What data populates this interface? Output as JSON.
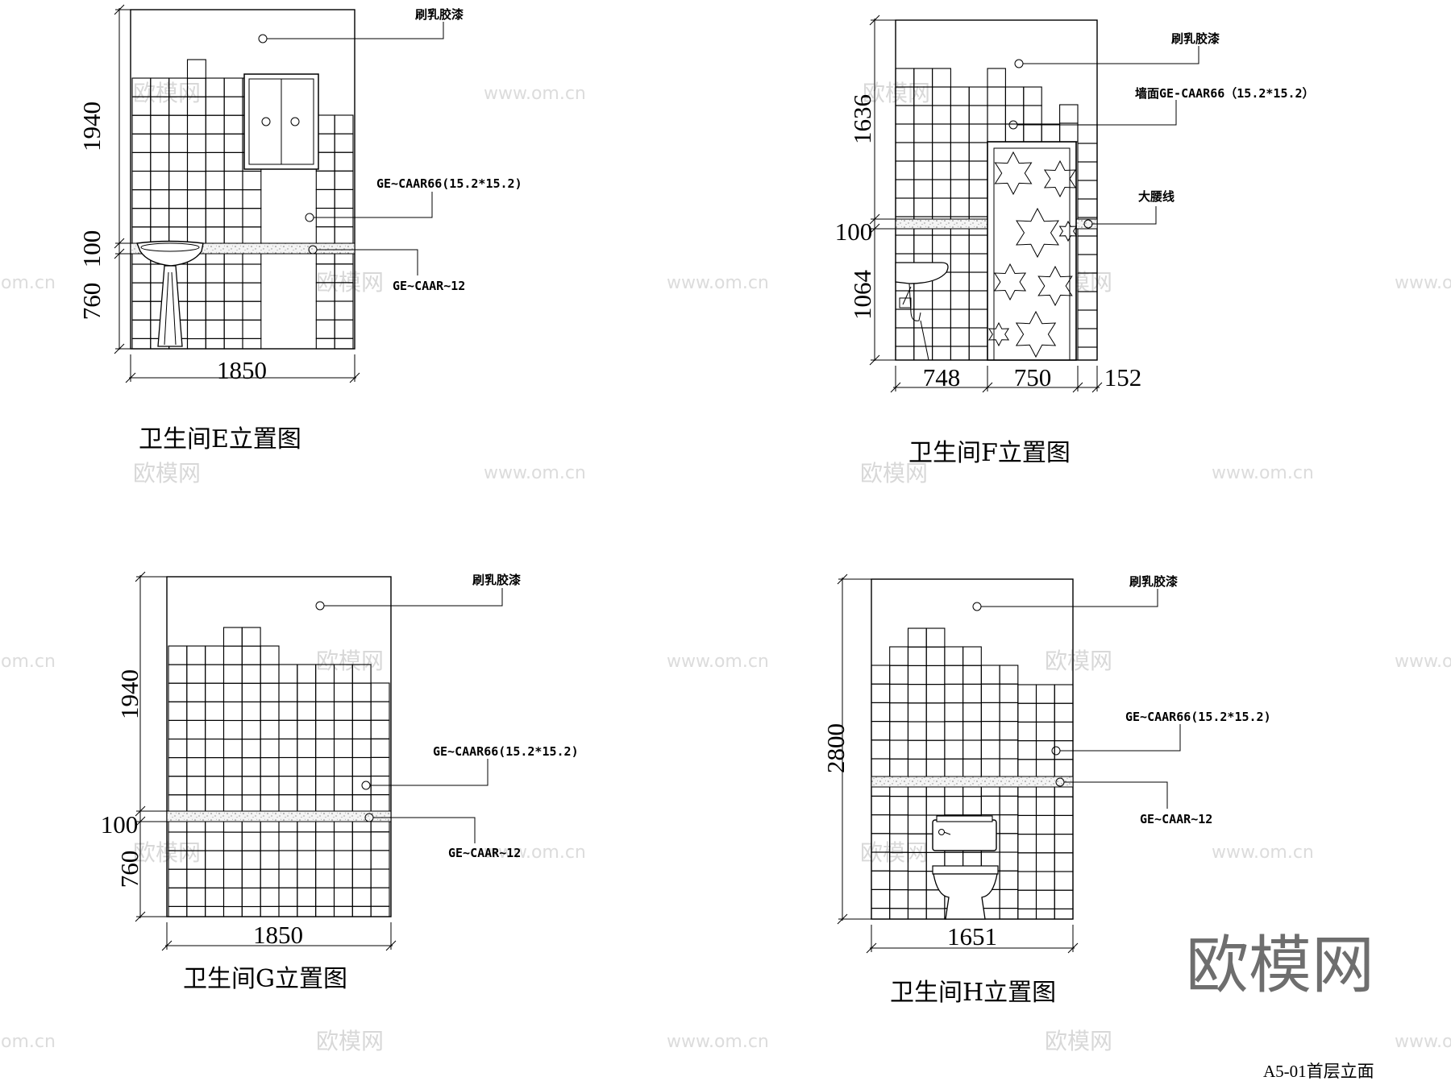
{
  "sheet": {
    "number": "A5-01首层立面",
    "logo": "欧模网",
    "watermark_cn": "欧模网",
    "watermark_url": "www.om.cn",
    "watermark_edge": "om.cn",
    "watermark_edge_right": "www.o"
  },
  "elevations": {
    "e": {
      "title": "卫生间E立置图",
      "dims": {
        "upper": "1940",
        "band": "100",
        "lower": "760",
        "width": "1850"
      },
      "notes": {
        "paint": "刷乳胶漆",
        "tile": "GE~CAAR66(15.2*15.2)",
        "band": "GE~CAAR~12"
      }
    },
    "f": {
      "title": "卫生间F立置图",
      "dims": {
        "upper": "1636",
        "band": "100",
        "lower": "1064",
        "w1": "748",
        "w2": "750",
        "w3": "152"
      },
      "notes": {
        "paint": "刷乳胶漆",
        "tile": "墙面GE-CAAR66（15.2*15.2）",
        "band": "大腰线"
      }
    },
    "g": {
      "title": "卫生间G立置图",
      "dims": {
        "upper": "1940",
        "band": "100",
        "lower": "760",
        "width": "1850"
      },
      "notes": {
        "paint": "刷乳胶漆",
        "tile": "GE~CAAR66(15.2*15.2)",
        "band": "GE~CAAR~12"
      }
    },
    "h": {
      "title": "卫生间H立置图",
      "dims": {
        "height": "2800",
        "width": "1651"
      },
      "notes": {
        "paint": "刷乳胶漆",
        "tile": "GE~CAAR66(15.2*15.2)",
        "band": "GE~CAAR~12"
      }
    }
  }
}
